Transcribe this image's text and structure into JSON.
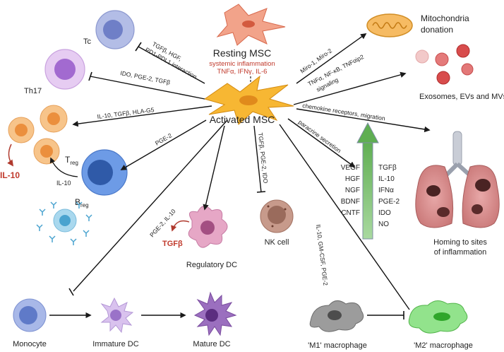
{
  "center": {
    "resting": "Resting MSC",
    "stimulus_1": "systemic inflammation",
    "stimulus_2": "TNFα, IFNγ, IL-6",
    "activated": "Activated MSC"
  },
  "cells": {
    "tc": "Tc",
    "th17": "Th17",
    "treg": "T",
    "treg_sub": "reg",
    "breg": "B",
    "breg_sub": "reg",
    "regulatory_dc": "Regulatory DC",
    "nk": "NK cell",
    "monocyte": "Monocyte",
    "immature_dc": "Immature DC",
    "mature_dc": "Mature DC",
    "m1": "'M1' macrophage",
    "m2": "'M2' macrophage"
  },
  "products": {
    "il10": "IL-10",
    "tgfb": "TGFβ",
    "il10_small": "IL-10"
  },
  "outcomes": {
    "mito_1": "Mitochondria",
    "mito_2": "donation",
    "exo": "Exosomes, EVs and MVs",
    "homing_1": "Homing to sites",
    "homing_2": "of inflammation"
  },
  "arrows": {
    "tc_1": "TGFβ, HGF,",
    "tc_2": "PD1-PDL1 interaction",
    "th17": "IDO, PGE-2, TGFβ",
    "treg": "IL-10, TGFβ, HLA-G5",
    "breg": "PGE-2",
    "mono": "PGE-2, IL-10",
    "nk": "TGFβ, PGE-2, IDO",
    "macro": "IL-10, GM-CSF, PGE-2",
    "mito": "Miro-1, Miro-2",
    "tnf_1": "TNFα, NF-κB, TNFαip2",
    "tnf_2": "signaling",
    "chemo": "chemokine receptors, migration",
    "paracrine": "paracrine secretion"
  },
  "factors_left": [
    "VEGF",
    "HGF",
    "NGF",
    "BDNF",
    "CNTF"
  ],
  "factors_right": [
    "TGFβ",
    "IL-10",
    "IFNα",
    "PGE-2",
    "IDO",
    "NO"
  ],
  "colors": {
    "il10_red": "#c0392b",
    "tgfb_red": "#c0392b",
    "stimulus_red": "#c0392b",
    "msc_orange": "#f5a623",
    "arrow_green": "#7dc36b"
  }
}
